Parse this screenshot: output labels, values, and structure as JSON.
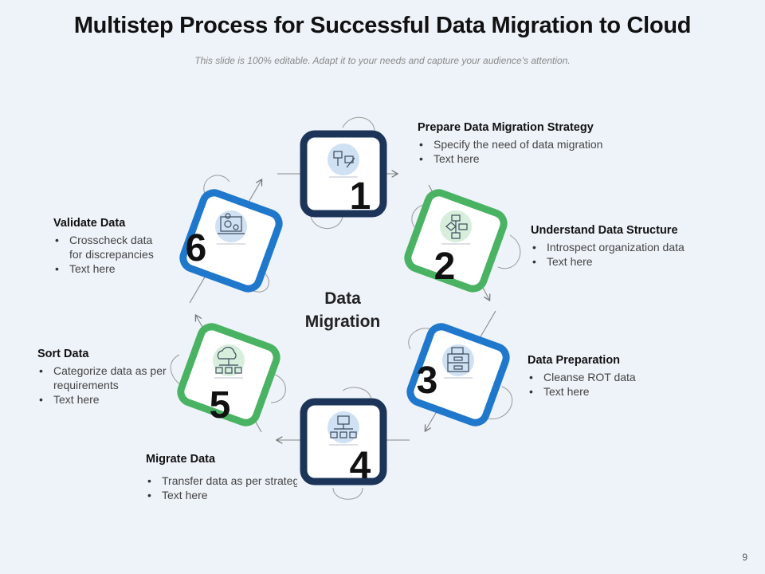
{
  "title": "Multistep Process for Successful Data Migration to Cloud",
  "subtitle": "This slide is 100% editable. Adapt it to your needs and capture your audience's attention.",
  "page_number": "9",
  "center": {
    "line1": "Data",
    "line2": "Migration"
  },
  "colors": {
    "navy": "#1b3458",
    "green": "#4ab363",
    "blue": "#1f78cc"
  },
  "steps": [
    {
      "number": "1",
      "title": "Prepare Data Migration Strategy",
      "bullets": [
        "Specify the need of data migration",
        "Text here"
      ],
      "icon": "flowchart-pencil-icon"
    },
    {
      "number": "2",
      "title": "Understand Data Structure",
      "bullets": [
        "Introspect organization data",
        "Text here"
      ],
      "icon": "flowchart-icon"
    },
    {
      "number": "3",
      "title": "Data Preparation",
      "bullets": [
        "Cleanse ROT data",
        "Text here"
      ],
      "icon": "file-cabinet-icon"
    },
    {
      "number": "4",
      "title": "Migrate Data",
      "bullets": [
        "Transfer data as per strategy",
        "Text here"
      ],
      "icon": "folder-network-icon"
    },
    {
      "number": "5",
      "title": "Sort Data",
      "bullets": [
        "Categorize data as per requirements",
        "Text here"
      ],
      "icon": "cloud-network-icon"
    },
    {
      "number": "6",
      "title": "Validate Data",
      "bullets": [
        "Crosscheck data for discrepancies",
        "Text here"
      ],
      "icon": "laptop-settings-icon"
    }
  ]
}
